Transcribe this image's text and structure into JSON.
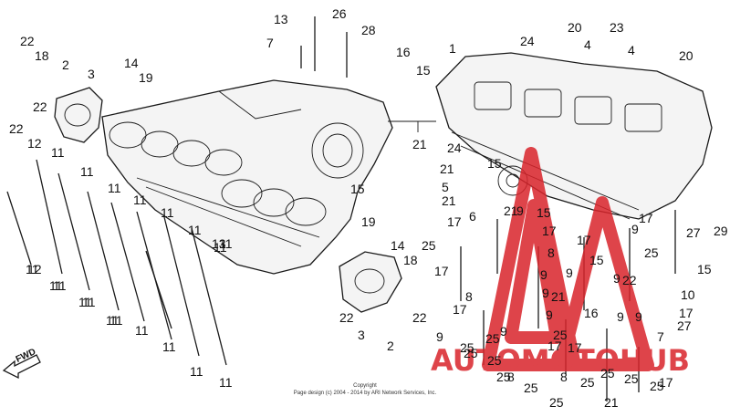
{
  "diagram": {
    "labels": [
      {
        "text": "22"
      },
      {
        "text": "18"
      },
      {
        "text": "2"
      },
      {
        "text": "3"
      },
      {
        "text": "14"
      },
      {
        "text": "19"
      },
      {
        "text": "22"
      },
      {
        "text": "22"
      },
      {
        "text": "12"
      },
      {
        "text": "11"
      },
      {
        "text": "11"
      },
      {
        "text": "11"
      },
      {
        "text": "11"
      },
      {
        "text": "11"
      },
      {
        "text": "11"
      },
      {
        "text": "11"
      },
      {
        "text": "11"
      },
      {
        "text": "11"
      },
      {
        "text": "11"
      },
      {
        "text": "11"
      },
      {
        "text": "12"
      },
      {
        "text": "11"
      },
      {
        "text": "11"
      },
      {
        "text": "11"
      },
      {
        "text": "11"
      },
      {
        "text": "11"
      },
      {
        "text": "11"
      },
      {
        "text": "11"
      },
      {
        "text": "11"
      },
      {
        "text": "13"
      },
      {
        "text": "13"
      },
      {
        "text": "26"
      },
      {
        "text": "7"
      },
      {
        "text": "28"
      },
      {
        "text": "16"
      },
      {
        "text": "15"
      },
      {
        "text": "21"
      },
      {
        "text": "1"
      },
      {
        "text": "24"
      },
      {
        "text": "20"
      },
      {
        "text": "4"
      },
      {
        "text": "23"
      },
      {
        "text": "4"
      },
      {
        "text": "20"
      },
      {
        "text": "24"
      },
      {
        "text": "21"
      },
      {
        "text": "15"
      },
      {
        "text": "5"
      },
      {
        "text": "21"
      },
      {
        "text": "15"
      },
      {
        "text": "19"
      },
      {
        "text": "14"
      },
      {
        "text": "18"
      },
      {
        "text": "22"
      },
      {
        "text": "22"
      },
      {
        "text": "3"
      },
      {
        "text": "2"
      },
      {
        "text": "22"
      },
      {
        "text": "10"
      },
      {
        "text": "6"
      },
      {
        "text": "25"
      },
      {
        "text": "17"
      },
      {
        "text": "17"
      },
      {
        "text": "8"
      },
      {
        "text": "9"
      },
      {
        "text": "25"
      },
      {
        "text": "25"
      },
      {
        "text": "25"
      },
      {
        "text": "25"
      },
      {
        "text": "25"
      },
      {
        "text": "25"
      },
      {
        "text": "17"
      },
      {
        "text": "9"
      },
      {
        "text": "27"
      },
      {
        "text": "29"
      },
      {
        "text": "15"
      },
      {
        "text": "21"
      },
      {
        "text": "25"
      },
      {
        "text": "8"
      },
      {
        "text": "25"
      },
      {
        "text": "25"
      },
      {
        "text": "25"
      },
      {
        "text": "17"
      },
      {
        "text": "8"
      },
      {
        "text": "25"
      },
      {
        "text": "17"
      },
      {
        "text": "9"
      },
      {
        "text": "25"
      },
      {
        "text": "9"
      },
      {
        "text": "17"
      },
      {
        "text": "25"
      },
      {
        "text": "7"
      },
      {
        "text": "9"
      },
      {
        "text": "9"
      },
      {
        "text": "9"
      },
      {
        "text": "17"
      },
      {
        "text": "8"
      },
      {
        "text": "9"
      },
      {
        "text": "17"
      },
      {
        "text": "15"
      },
      {
        "text": "21"
      },
      {
        "text": "16"
      },
      {
        "text": "21"
      },
      {
        "text": "9"
      },
      {
        "text": "17"
      },
      {
        "text": "9"
      },
      {
        "text": "17"
      },
      {
        "text": "27"
      },
      {
        "text": "15"
      },
      {
        "text": "9"
      }
    ],
    "fwd_label": "FWD",
    "copyright_line1": "Copyright",
    "copyright_line2": "Page design (c) 2004 - 2014 by ARI Network Services, Inc.",
    "watermark": "AUTOMOTOHUB",
    "watermark_color": "#d9242b",
    "watermark_secondary_color": "#f2b705"
  }
}
